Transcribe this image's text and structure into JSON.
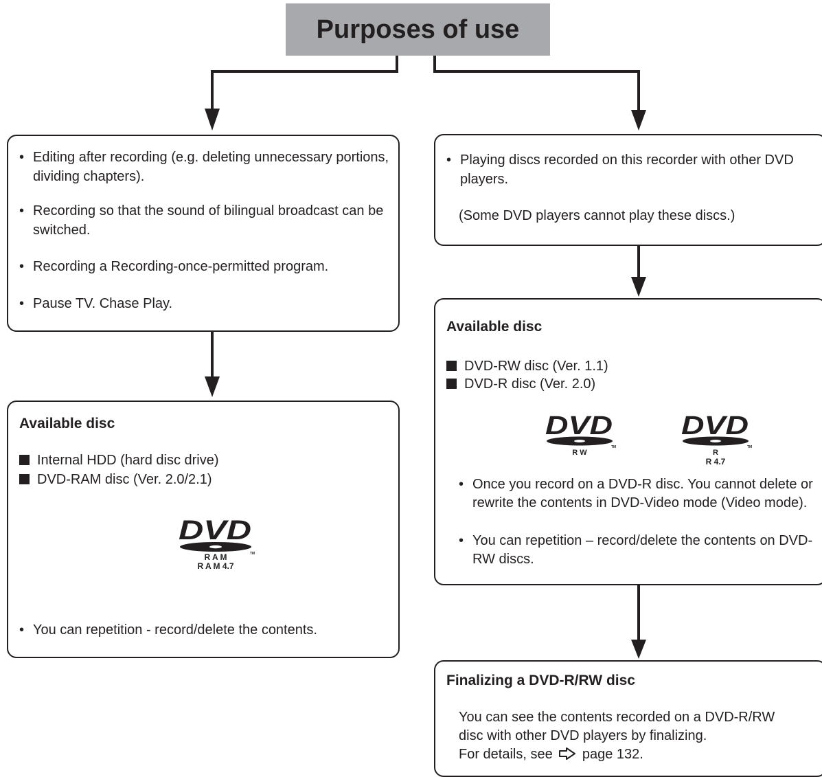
{
  "title": "Purposes of use",
  "left_usage": {
    "items": [
      "Editing after recording (e.g. deleting unnecessary portions, dividing chapters).",
      "Recording so that the sound of bilingual broadcast can be switched.",
      "Recording a Recording-once-permitted program.",
      "Pause TV. Chase Play."
    ]
  },
  "right_usage": {
    "item": "Playing discs recorded on this recorder with other DVD players.",
    "note": "(Some DVD players cannot play these discs.)"
  },
  "left_disc": {
    "heading": "Available disc",
    "discs": [
      "Internal HDD (hard disc drive)",
      "DVD-RAM disc (Ver. 2.0/2.1)"
    ],
    "logo": {
      "wordmark": "DVD",
      "line1": "R A M",
      "line2": "R A M 4.7",
      "tm": "TM"
    },
    "note": "You can repetition - record/delete the contents."
  },
  "right_disc": {
    "heading": "Available disc",
    "discs": [
      "DVD-RW disc (Ver. 1.1)",
      "DVD-R disc (Ver. 2.0)"
    ],
    "logo_rw": {
      "wordmark": "DVD",
      "line1": "R W",
      "tm": "TM"
    },
    "logo_r": {
      "wordmark": "DVD",
      "line1": "R",
      "line2": "R 4.7",
      "tm": "TM"
    },
    "notes": [
      "Once you record on a DVD-R disc. You cannot delete or rewrite the contents in DVD-Video mode (Video mode).",
      "You can repetition – record/delete the contents on DVD-RW discs."
    ]
  },
  "finalize": {
    "heading": "Finalizing a DVD-R/RW disc",
    "line1": "You can see the contents recorded on a DVD-R/RW",
    "line2": "disc with other DVD players by finalizing.",
    "line3_prefix": "For details, see",
    "line3_page": "page 132.",
    "icon": "page-reference-arrow-icon"
  },
  "colors": {
    "title_bg": "#a7a9ac",
    "ink": "#231f20"
  }
}
